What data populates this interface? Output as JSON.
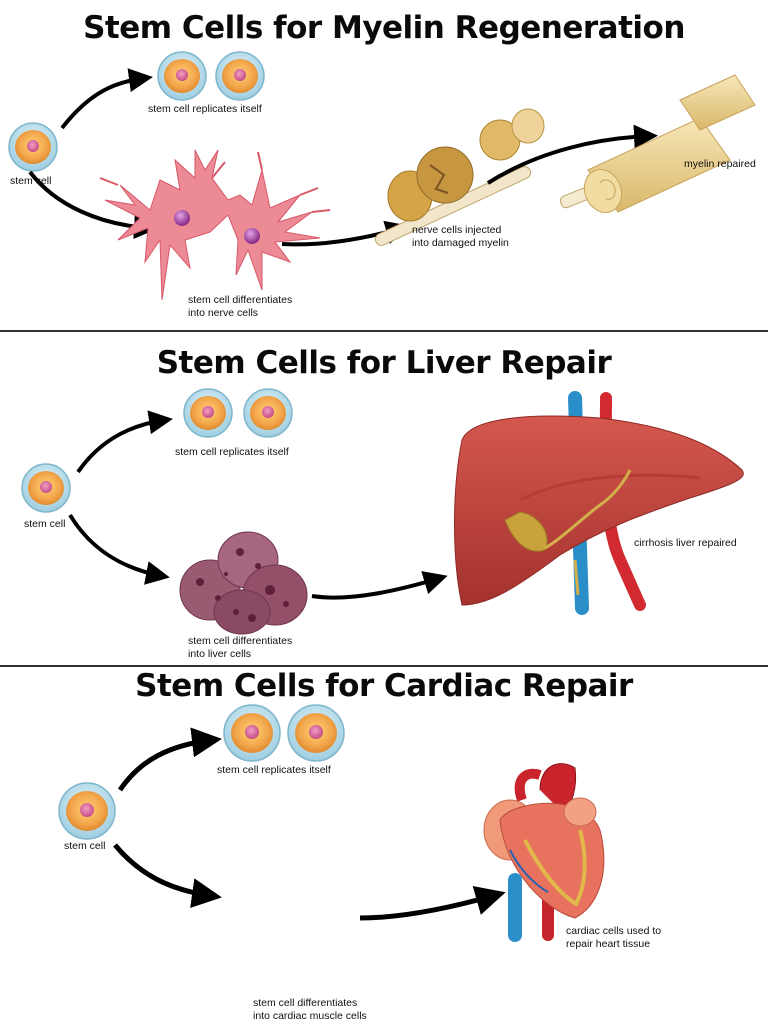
{
  "sections": [
    {
      "title": "Stem Cells for Myelin Regeneration",
      "labels": {
        "stem_cell": "stem cell",
        "replicates": "stem cell replicates itself",
        "differentiates_l1": "stem cell differentiates",
        "differentiates_l2": "into nerve cells",
        "injected_l1": "nerve cells injected",
        "injected_l2": "into damaged myelin",
        "result": "myelin repaired"
      }
    },
    {
      "title": "Stem Cells for Liver Repair",
      "labels": {
        "stem_cell": "stem cell",
        "replicates": "stem cell replicates itself",
        "differentiates_l1": "stem cell differentiates",
        "differentiates_l2": "into liver cells",
        "result": "cirrhosis liver repaired"
      }
    },
    {
      "title": "Stem Cells for Cardiac Repair",
      "labels": {
        "stem_cell": "stem cell",
        "replicates": "stem cell replicates itself",
        "differentiates_l1": "stem cell differentiates",
        "differentiates_l2": "into cardiac muscle cells",
        "result_l1": "cardiac cells used to",
        "result_l2": "repair heart tissue"
      }
    }
  ],
  "colors": {
    "arrow": "#000000",
    "cell_outer": "#a9d6e4",
    "cell_cytoplasm": "#f3a54a",
    "cell_nucleus": "#d9649a",
    "nerve_cell": "#e8687a",
    "liver": "#c2453d",
    "liver_cell": "#8a4a63",
    "vein": "#2a8fc9",
    "artery": "#d22a30",
    "myelin": "#e9cf8e"
  }
}
